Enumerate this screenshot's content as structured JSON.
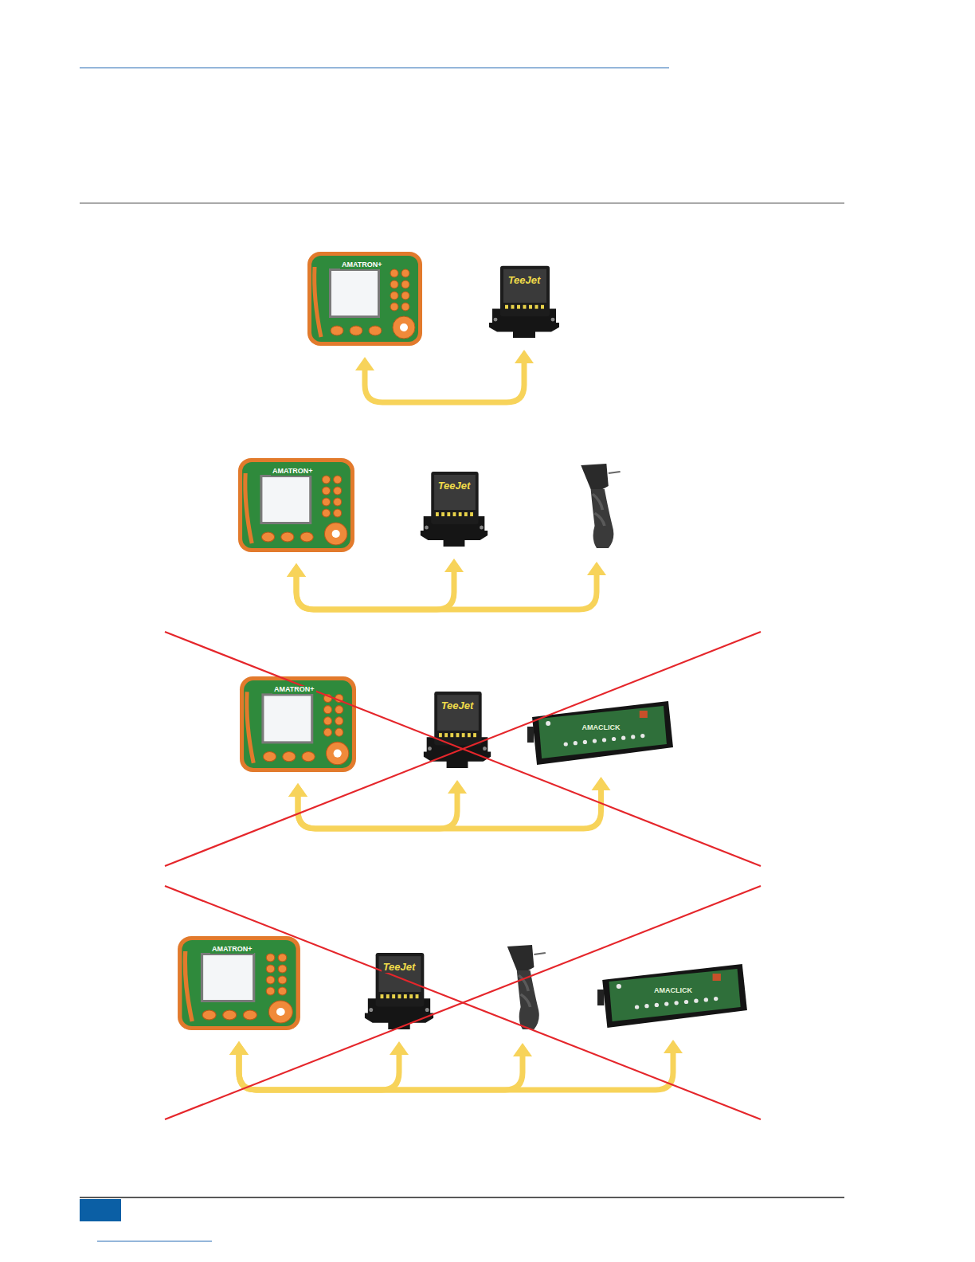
{
  "diagram": {
    "nodes": [
      {
        "text": [
          "AMATRON+"
        ]
      },
      {
        "text": [
          "TeeJet"
        ]
      },
      {
        "text": [
          "AMATRON+"
        ]
      },
      {
        "text": [
          "TeeJet"
        ]
      },
      {
        "text": []
      },
      {
        "text": [
          "AMATRON+"
        ]
      },
      {
        "text": [
          "TeeJet"
        ]
      },
      {
        "text": [
          "AMACLICK"
        ]
      },
      {
        "text": [
          "AMATRON+"
        ]
      },
      {
        "text": [
          "TeeJet"
        ]
      },
      {
        "text": []
      },
      {
        "text": [
          "AMACLICK"
        ]
      }
    ],
    "edges": [
      {
        "from": 0,
        "to": 1,
        "arrow": "both"
      },
      {
        "from": 2,
        "to": 3,
        "arrow": "both"
      },
      {
        "from": 2,
        "to": 4,
        "arrow": "both"
      },
      {
        "from": 5,
        "to": 6,
        "arrow": "both"
      },
      {
        "from": 5,
        "to": 7,
        "arrow": "both"
      },
      {
        "from": 8,
        "to": 9,
        "arrow": "both"
      },
      {
        "from": 8,
        "to": 10,
        "arrow": "both"
      },
      {
        "from": 8,
        "to": 11,
        "arrow": "both"
      }
    ]
  }
}
